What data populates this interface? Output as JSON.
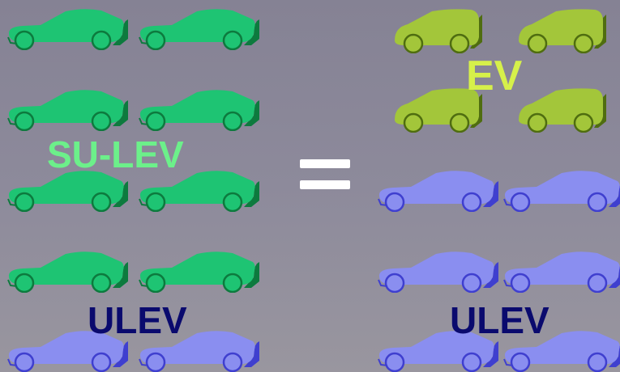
{
  "labels": {
    "sulev": "SU-LEV",
    "ev": "EV",
    "ulev_left": "ULEV",
    "ulev_right": "ULEV"
  },
  "colors": {
    "sulev_car": "#1ec473",
    "sulev_car_shadow": "#0d7a3e",
    "ulev_car": "#8a8ef0",
    "ulev_car_shadow": "#3f3fcf",
    "ev_car": "#a3c63a",
    "ev_car_shadow": "#4f6d10",
    "label_sulev": "#6cf08a",
    "label_ev": "#d6f04a",
    "label_ulev": "#0a0a6e",
    "equals": "#ffffff"
  },
  "icons": {
    "sedan": "sedan-car-icon",
    "compact": "compact-ev-car-icon",
    "equals": "equals-sign-icon"
  },
  "left_group": {
    "sulev_car_count": 8,
    "ulev_car_count": 2
  },
  "right_group": {
    "ev_car_count": 4,
    "ulev_car_count": 6
  }
}
